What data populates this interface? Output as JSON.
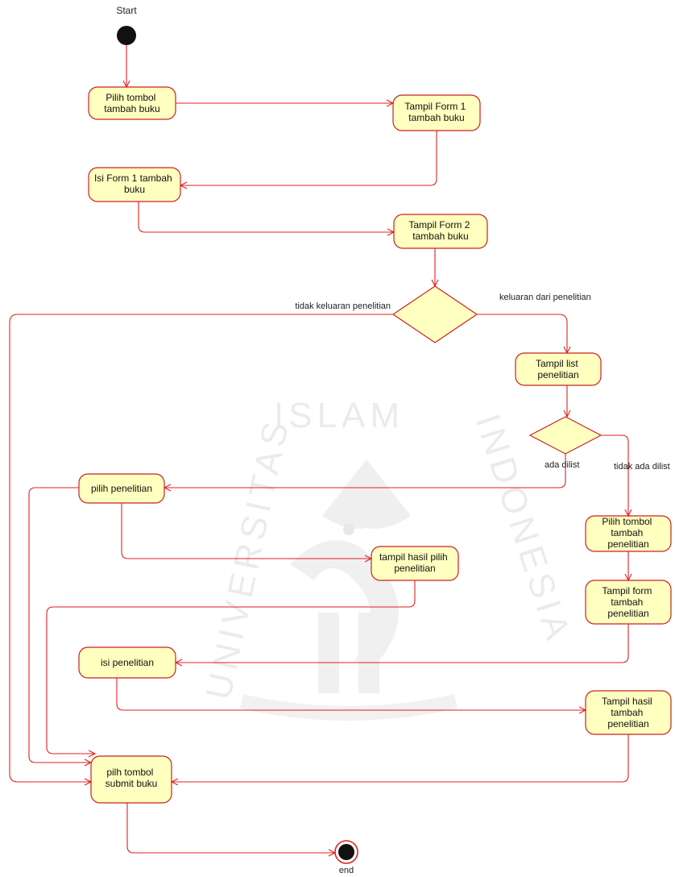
{
  "start_label": "Start",
  "end_label": "end",
  "watermark": {
    "top_text": "ISLAM",
    "left_text": "UNIVERSITAS",
    "right_text": "INDONESIA"
  },
  "activities": [
    {
      "id": "a1",
      "lines": [
        "Pilih tombol",
        "tambah buku"
      ]
    },
    {
      "id": "a2",
      "lines": [
        "Tampil Form 1",
        "tambah buku"
      ]
    },
    {
      "id": "a3",
      "lines": [
        "Isi Form 1 tambah",
        "buku"
      ]
    },
    {
      "id": "a4",
      "lines": [
        "Tampil Form 2",
        "tambah buku"
      ]
    },
    {
      "id": "a5",
      "lines": [
        "Tampil list",
        "penelitian"
      ]
    },
    {
      "id": "a6",
      "lines": [
        "pilih penelitian"
      ]
    },
    {
      "id": "a7",
      "lines": [
        "tampil hasil pilih",
        "penelitian"
      ]
    },
    {
      "id": "a8",
      "lines": [
        "Pilih tombol",
        "tambah",
        "penelitian"
      ]
    },
    {
      "id": "a9",
      "lines": [
        "Tampil form",
        "tambah",
        "penelitian"
      ]
    },
    {
      "id": "a10",
      "lines": [
        "isi penelitian"
      ]
    },
    {
      "id": "a11",
      "lines": [
        "Tampil hasil",
        "tambah",
        "penelitian"
      ]
    },
    {
      "id": "a12",
      "lines": [
        "pilh tombol",
        "submit buku"
      ]
    }
  ],
  "edge_labels": {
    "not_research": "tidak keluaran penelitian",
    "from_research": "keluaran dari penelitian",
    "listed": "ada dilist",
    "not_listed": "tidak ada dilist"
  }
}
